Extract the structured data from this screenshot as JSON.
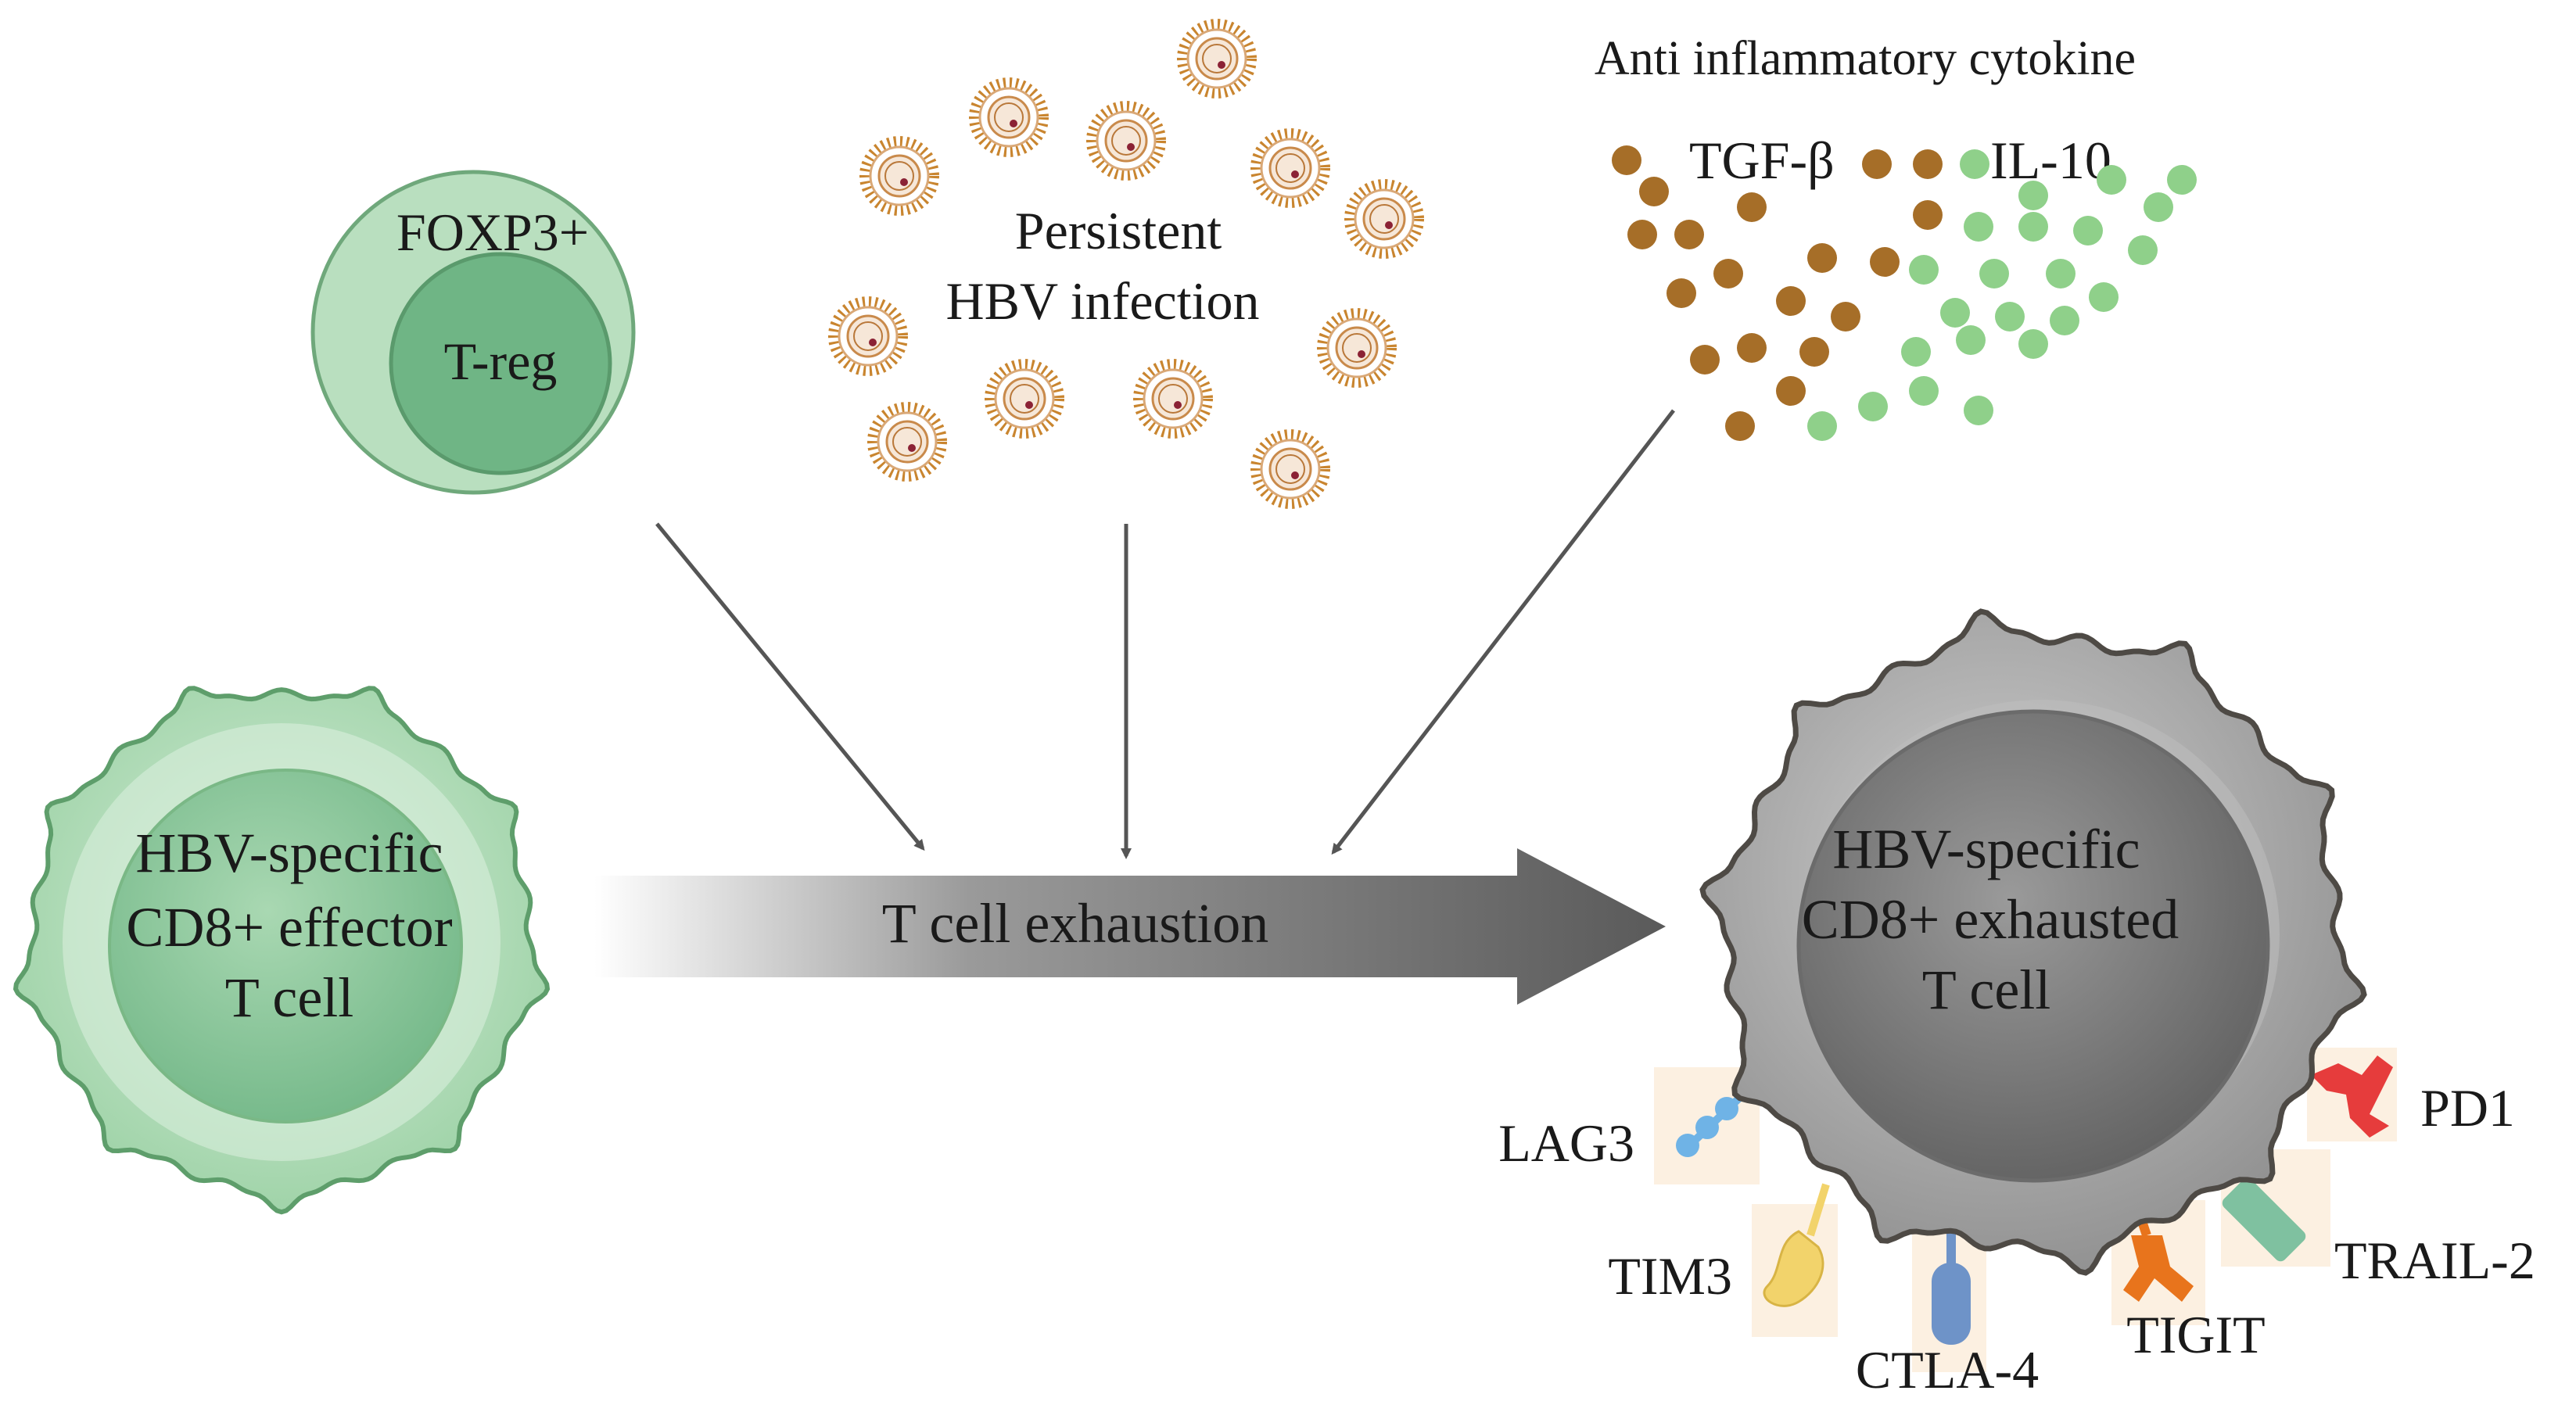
{
  "treg": {
    "outer_label": "FOXP3+",
    "inner_label": "T-reg"
  },
  "infection": {
    "line1": "Persistent",
    "line2": "HBV infection"
  },
  "cytokines": {
    "title": "Anti inflammatory cytokine",
    "tgf_label": "TGF-β",
    "il10_label": "IL-10"
  },
  "effector": {
    "line1": "HBV-specific",
    "line2": "CD8+ effector",
    "line3": "T cell"
  },
  "process": {
    "label": "T cell exhaustion"
  },
  "exhausted": {
    "line1": "HBV-specific",
    "line2": "CD8+ exhausted",
    "line3": "T cell"
  },
  "receptors": {
    "lag3": "LAG3",
    "tim3": "TIM3",
    "ctla4": "CTLA-4",
    "tigit": "TIGIT",
    "trail2": "TRAIL-2",
    "pd1": "PD1"
  },
  "colors": {
    "green_outer": "#a8d5b0",
    "green_inner": "#6fb585",
    "virus_ring": "#c98a4b",
    "tgf_dot": "#a66e28",
    "il10_dot": "#8fd08a",
    "exhausted_gray": "#8c8c8c",
    "arrow_dark": "#595959",
    "pd1": "#e63c3c",
    "lag3": "#6fb3e6",
    "tim3": "#f2d36b",
    "ctla4": "#6e93c8",
    "tigit": "#e8741c",
    "trail2": "#7fc1a0"
  },
  "icons": [
    "virus-particle-icon",
    "cytokine-dot-icon",
    "receptor-icon"
  ]
}
